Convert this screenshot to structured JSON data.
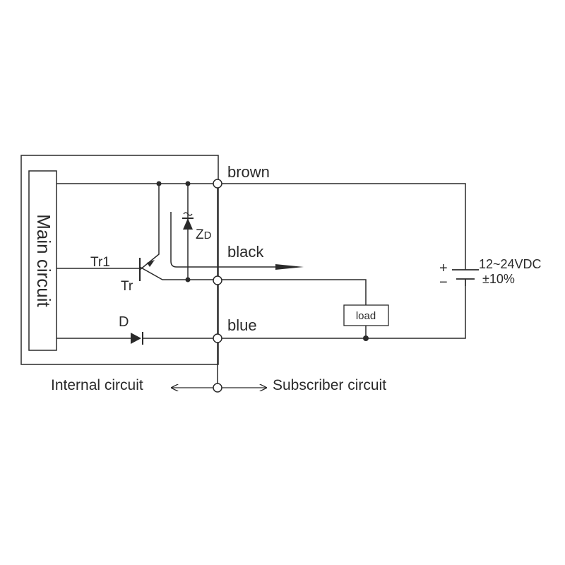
{
  "diagram": {
    "internal_block_label": "Main circuit",
    "terminals": {
      "brown": "brown",
      "black": "black",
      "blue": "blue"
    },
    "components": {
      "transistor_input": "Tr1",
      "transistor": "Tr",
      "zener_prefix": "Z",
      "zener_sub": "D",
      "diode": "D",
      "load": "load"
    },
    "supply": {
      "plus": "+",
      "minus": "−",
      "voltage": "12~24VDC",
      "tolerance": "±10%"
    },
    "footer": {
      "internal": "Internal circuit",
      "subscriber": "Subscriber circuit"
    }
  }
}
